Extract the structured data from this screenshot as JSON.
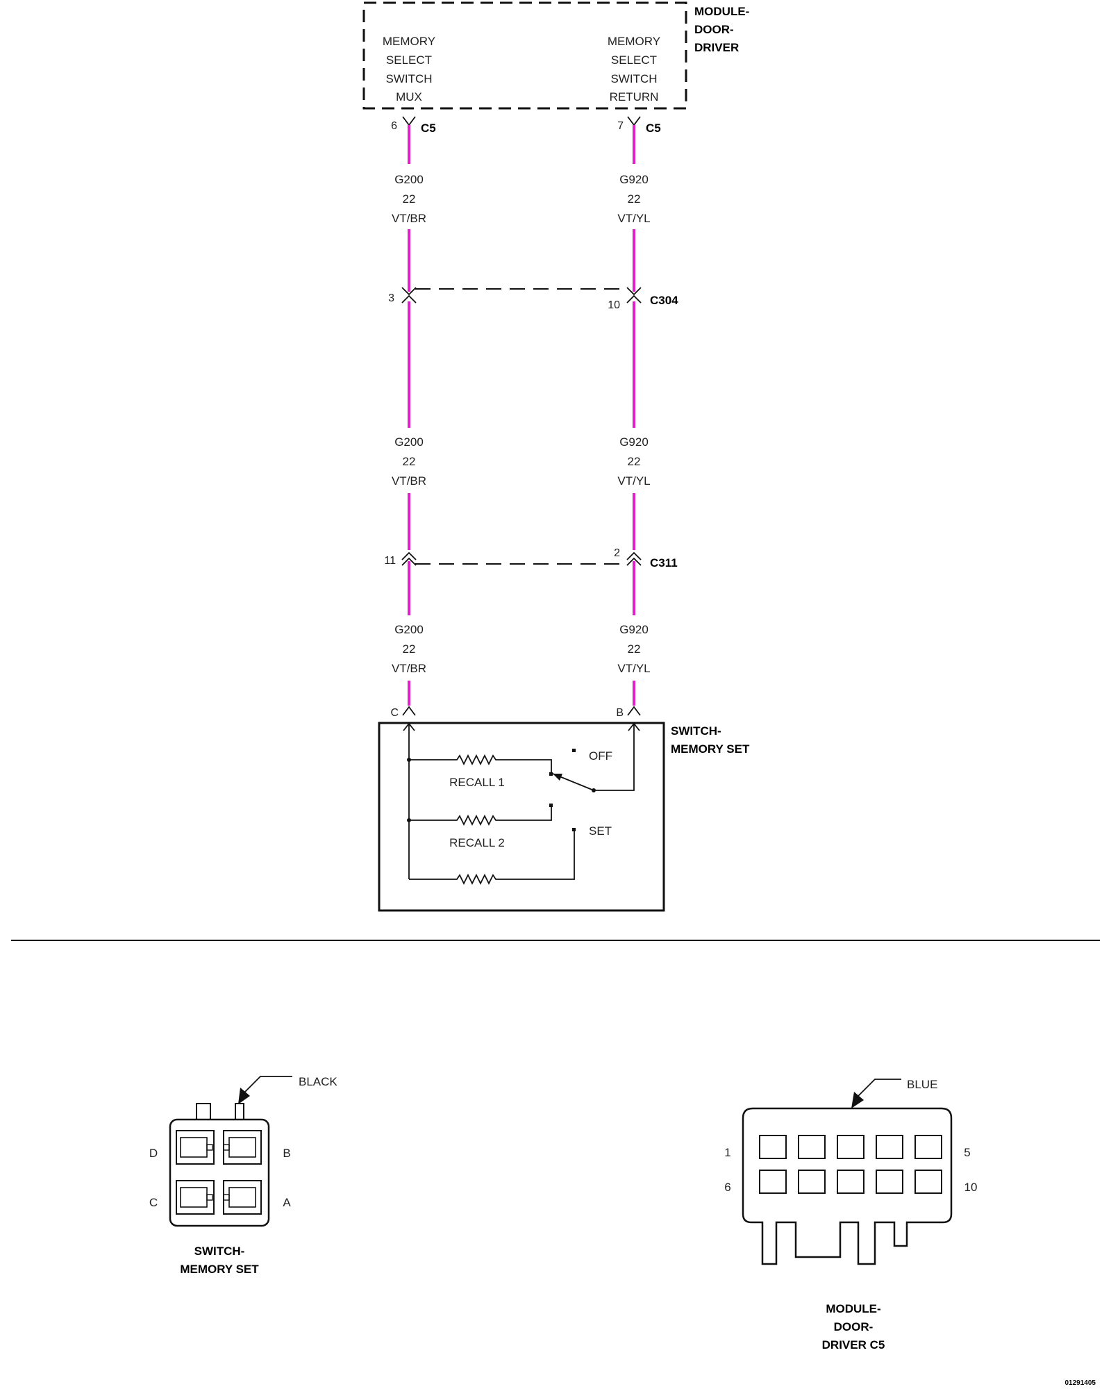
{
  "module_door_driver": {
    "title_lines": [
      "MODULE-",
      "DOOR-",
      "DRIVER"
    ],
    "left_signal_lines": [
      "MEMORY",
      "SELECT",
      "SWITCH",
      "MUX"
    ],
    "right_signal_lines": [
      "MEMORY",
      "SELECT",
      "SWITCH",
      "RETURN"
    ],
    "left_pin": "6",
    "right_pin": "7",
    "connector": "C5"
  },
  "wires": {
    "left": {
      "circuit": "G200",
      "gauge": "22",
      "color": "VT/BR",
      "color_hex": "#e020c8"
    },
    "right": {
      "circuit": "G920",
      "gauge": "22",
      "color": "VT/YL",
      "color_hex": "#e020c8"
    }
  },
  "connectors": {
    "c304": {
      "name": "C304",
      "left_pin": "3",
      "right_pin": "10"
    },
    "c311": {
      "name": "C311",
      "left_pin": "11",
      "right_pin": "2"
    }
  },
  "switch_memory_set": {
    "title_lines": [
      "SWITCH-",
      "MEMORY SET"
    ],
    "left_pin": "C",
    "right_pin": "B",
    "positions": [
      "OFF",
      "RECALL 1",
      "RECALL 2",
      "SET"
    ]
  },
  "connector_views": {
    "switch": {
      "color_label": "BLACK",
      "pins": {
        "top_left": "D",
        "top_right": "B",
        "bottom_left": "C",
        "bottom_right": "A"
      },
      "caption_lines": [
        "SWITCH-",
        "MEMORY SET"
      ]
    },
    "module": {
      "color_label": "BLUE",
      "pins": {
        "row1_left": "1",
        "row1_right": "5",
        "row2_left": "6",
        "row2_right": "10"
      },
      "caption_lines": [
        "MODULE-",
        "DOOR-",
        "DRIVER C5"
      ]
    }
  },
  "figure_id": "01291405"
}
